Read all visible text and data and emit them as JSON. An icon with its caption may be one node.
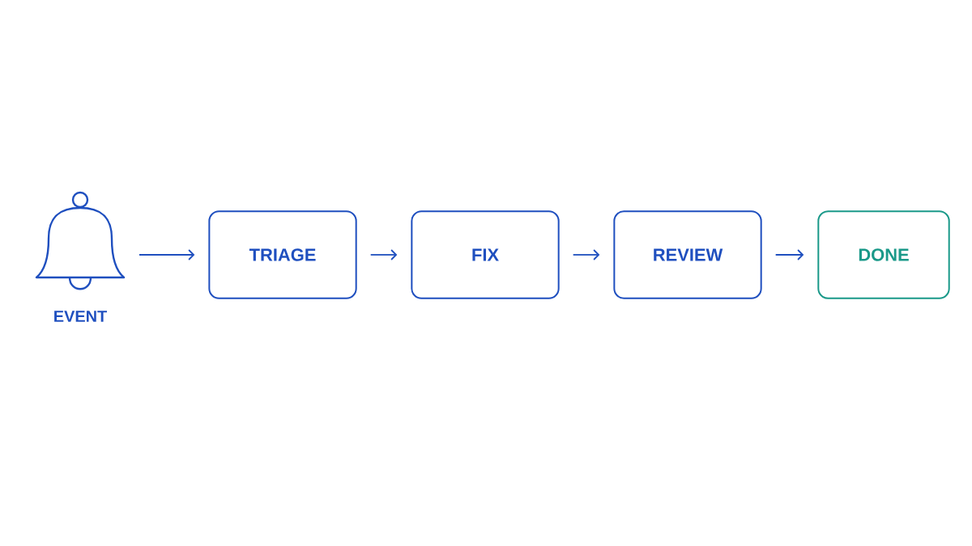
{
  "diagram": {
    "nodes": [
      {
        "text": [
          "EVENT"
        ]
      },
      {
        "text": [
          "TRIAGE"
        ]
      },
      {
        "text": [
          "FIX"
        ]
      },
      {
        "text": [
          "REVIEW"
        ]
      },
      {
        "text": [
          "DONE"
        ]
      }
    ],
    "edges": [
      {
        "from": 0,
        "to": 1,
        "arrow": "to"
      },
      {
        "from": 1,
        "to": 2,
        "arrow": "to"
      },
      {
        "from": 2,
        "to": 3,
        "arrow": "to"
      },
      {
        "from": 3,
        "to": 4,
        "arrow": "to"
      }
    ]
  }
}
